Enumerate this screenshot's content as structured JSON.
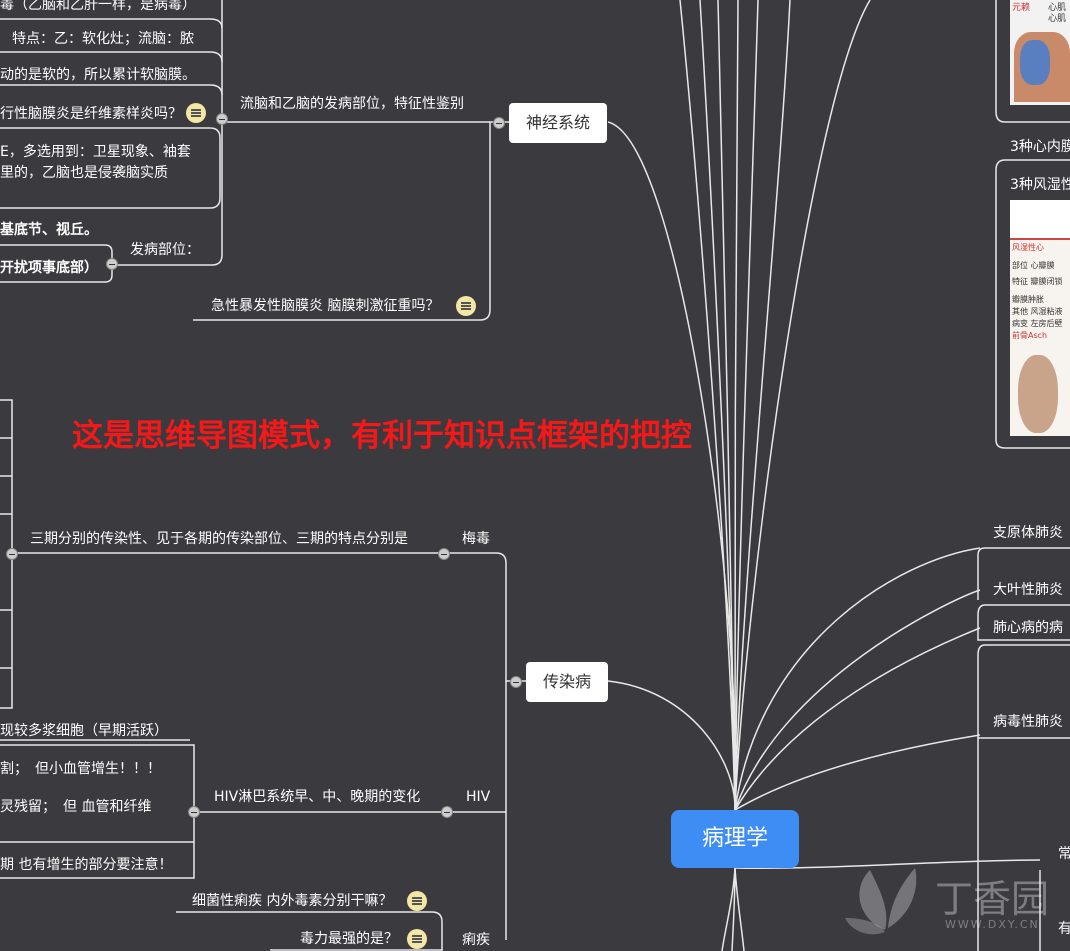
{
  "root": {
    "label": "病理学"
  },
  "banner": {
    "text": "这是思维导图模式，有利于知识点框架的把控"
  },
  "neuro": {
    "hub_label": "神经系统",
    "branch_label": "流脑和乙脑的发病部位，特征性鉴别",
    "leaves": [
      "毒（乙脑和乙肝一样，是病毒）",
      "特点：乙：软化灶；流脑：脓",
      "动的是软的，所以累计软脑膜。",
      "行性脑膜炎是纤维素样炎吗？",
      "E，多选用到：卫星现象、袖套",
      "里的，乙脑也是侵袭脑实质",
      "基底节、视丘。",
      "开扰项事底部）"
    ],
    "onset_label": "发病部位：",
    "bottom_leaf": "急性暴发性脑膜炎 脑膜刺激征重吗？"
  },
  "infect": {
    "hub_label": "传染病",
    "syphilis_label": "梅毒",
    "syphilis_branch": "三期分别的传染性、见于各期的传染部位、三期的特点分别是",
    "hiv_label": "HIV",
    "hiv_branch": "HIV淋巴系统早、中、晚期的变化",
    "hiv_leaves": [
      "现较多浆细胞（早期活跃）",
      "割；　但小血管增生！！！",
      "灵残留；　但 血管和纤维",
      "期 也有增生的部分要注意！"
    ],
    "dysentery_label": "痢疾",
    "dysentery_leaves": [
      "细菌性痢疾 内外毒素分别干嘛？",
      "毒力最强的是？"
    ]
  },
  "right": {
    "items": [
      "3种心内膜",
      "3种风湿性",
      "支原体肺炎",
      "大叶性肺炎",
      "肺心病的病",
      "病毒性肺炎",
      "常",
      "有"
    ],
    "table_rows": [
      "风湿性心",
      "部位 心瓣膜",
      "特征 瓣膜闭锁",
      "瓣膜肿胀",
      "其他 风湿粘液",
      "病变 左房后壁",
      "前骨Asch"
    ],
    "table_top_text": [
      "心肌",
      "心肌"
    ],
    "top_left_text": "元赖"
  },
  "watermark": {
    "text": "丁香园",
    "url": "WWW.DXY.CN"
  },
  "colors": {
    "background": "#3a3a3f",
    "root": "#3d8df5",
    "banner": "#f51818",
    "note": "#f4e7a4"
  }
}
